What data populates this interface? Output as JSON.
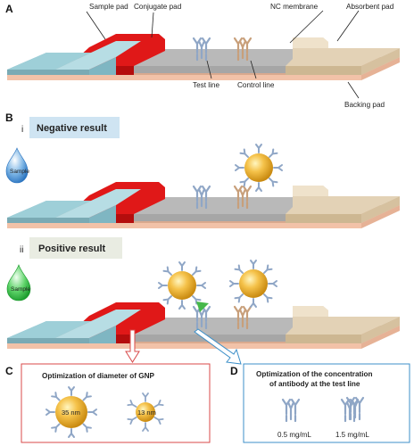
{
  "panel_a": {
    "letter": "A",
    "labels": {
      "sample_pad": "Sample pad",
      "conjugate_pad": "Conjugate pad",
      "nc_membrane": "NC membrane",
      "absorbent_pad": "Absorbent pad",
      "test_line": "Test line",
      "control_line": "Control line",
      "backing_pad": "Backing pad"
    }
  },
  "panel_b": {
    "letter": "B",
    "sub_i": "i",
    "sub_ii": "ii",
    "negative_label": "Negative result",
    "positive_label": "Positive result",
    "sample_text": "Sample"
  },
  "panel_c": {
    "letter": "C",
    "title": "Optimization of diameter of GNP",
    "gnp_large": "35 nm",
    "gnp_small": "13 nm"
  },
  "panel_d": {
    "letter": "D",
    "title_line1": "Optimization of the concentration",
    "title_line2": "of antibody at the test line",
    "conc_low": "0.5 mg/mL",
    "conc_high": "1.5 mg/mL"
  },
  "colors": {
    "sample_pad": "#9ecfd8",
    "conjugate_pad": "#e01818",
    "nc_membrane": "#b9b9b9",
    "absorbent_pad": "#e3d2b6",
    "backing_pad": "#f2c2a8",
    "antibody": "#8fa6c6",
    "control_antibody": "#c89f7a",
    "gnp": "#f0b73c",
    "negative_box": "#cfe4f2",
    "positive_box": "#e9ece2",
    "negative_text": "#1f6fb6",
    "positive_text": "#2aa32a",
    "box_c_border": "#d84a4a",
    "box_d_border": "#3c8fc8"
  }
}
